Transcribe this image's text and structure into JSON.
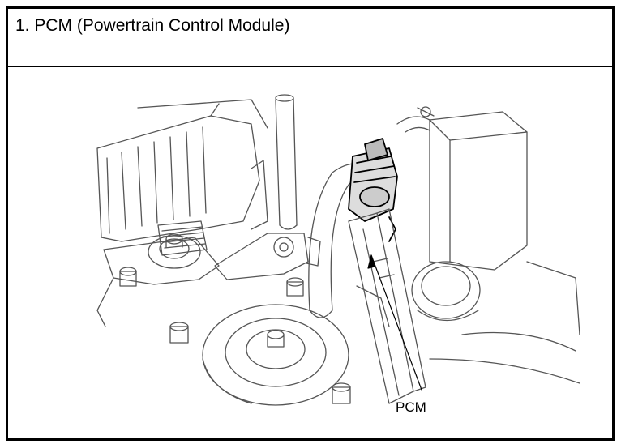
{
  "header": {
    "title": "1. PCM (Powertrain Control Module)"
  },
  "figure": {
    "callout_label": "PCM",
    "line_color": "#555555",
    "accent_color": "#000000",
    "subject": "engine-bay-line-art"
  }
}
